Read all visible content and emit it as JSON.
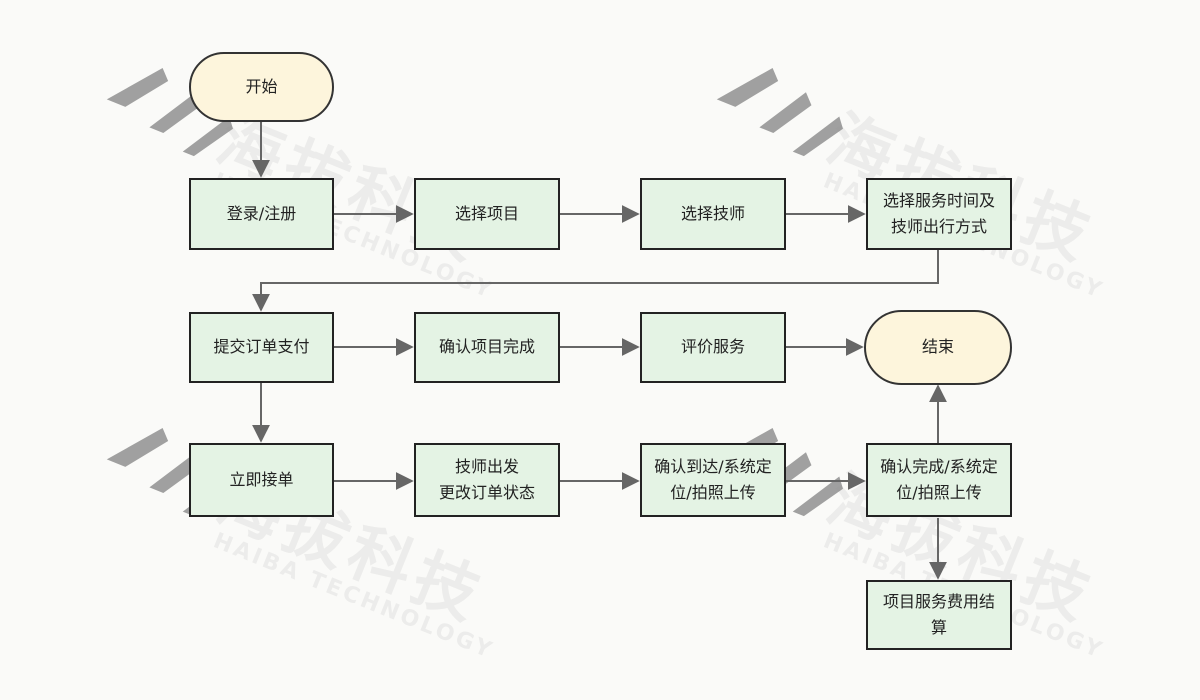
{
  "colors": {
    "process_fill": "#e4f3e4",
    "terminal_fill": "#fdf5dc",
    "stroke": "#222222",
    "arrow": "#666666"
  },
  "watermark": {
    "brand": "海拔科技",
    "sub": "HAIBA TECHNOLOGY"
  },
  "nodes": {
    "start": "开始",
    "login": "登录/注册",
    "select_item": "选择项目",
    "select_tech": "选择技师",
    "select_time": "选择服务时间及\n技师出行方式",
    "submit_pay": "提交订单支付",
    "confirm_done": "确认项目完成",
    "review": "评价服务",
    "end": "结束",
    "accept": "立即接单",
    "depart": "技师出发\n更改订单状态",
    "arrive": "确认到达/系统定\n位/拍照上传",
    "complete": "确认完成/系统定\n位/拍照上传",
    "settle": "项目服务费用结\n算"
  }
}
